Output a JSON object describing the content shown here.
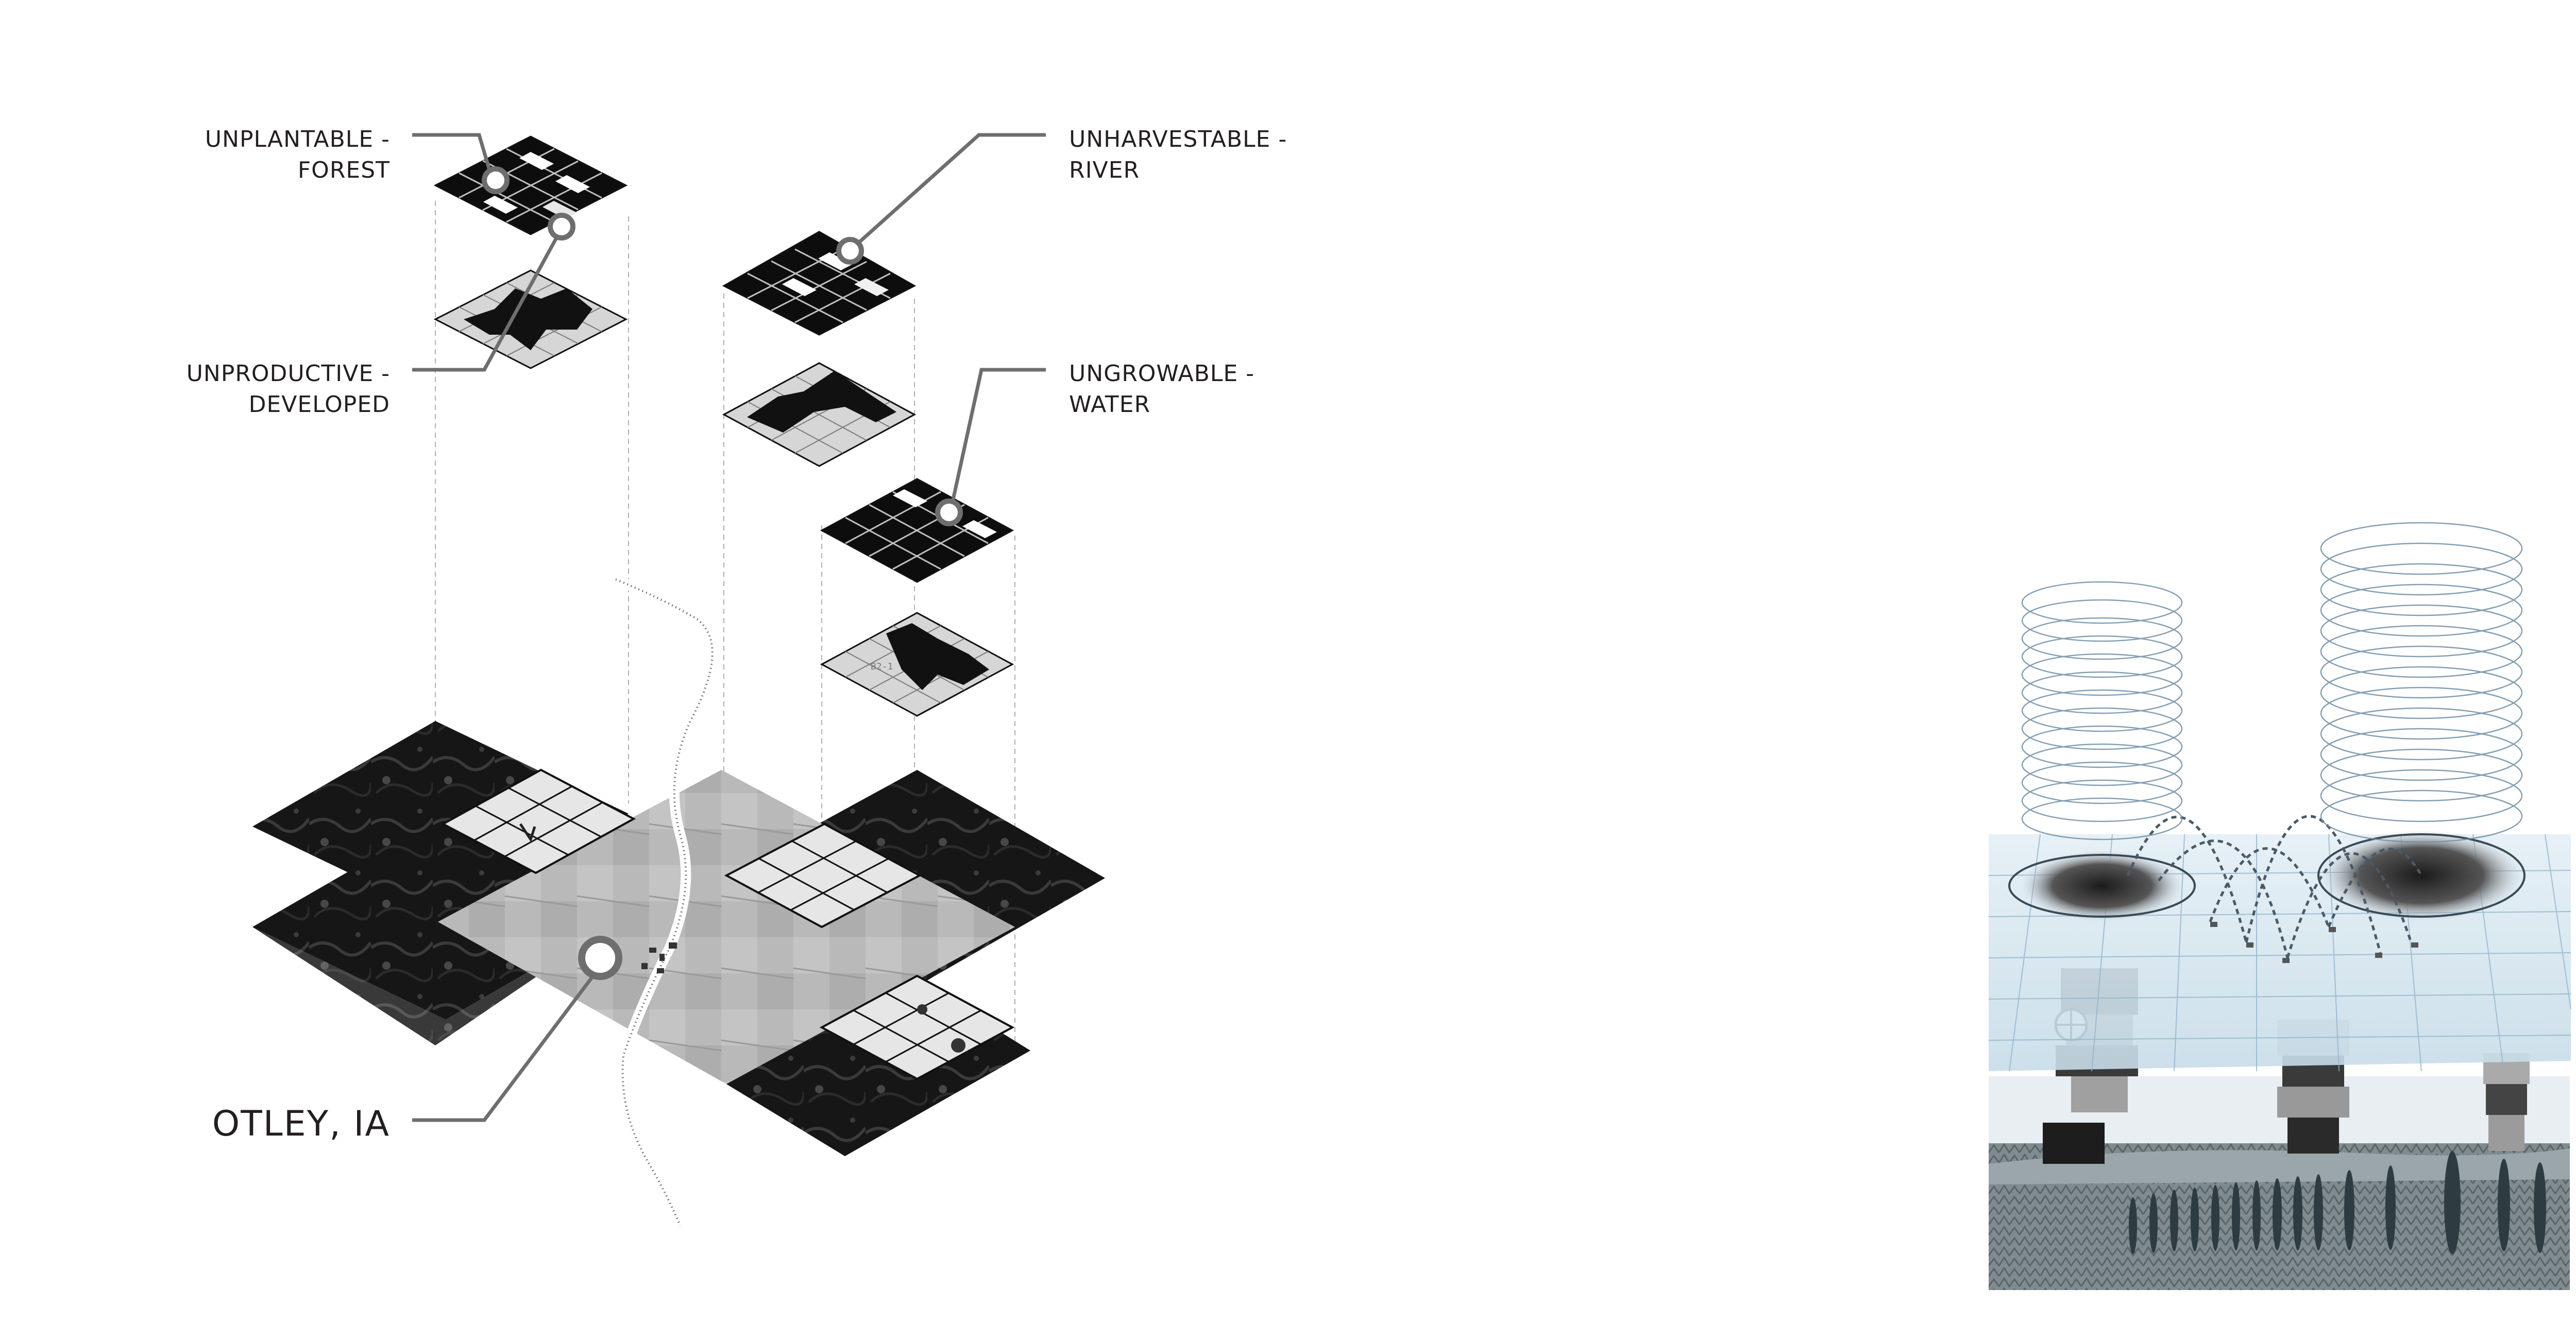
{
  "diagram": {
    "labels": {
      "forest": [
        "UNPLANTABLE -",
        "FOREST"
      ],
      "developed": [
        "UNPRODUCTIVE -",
        "DEVELOPED"
      ],
      "river": [
        "UNHARVESTABLE -",
        "RIVER"
      ],
      "water": [
        "UNGROWABLE -",
        "WATER"
      ],
      "location": "OTLEY, IA"
    },
    "cell_tag": "B2-1",
    "colors": {
      "ink": "#231f20",
      "leader": "#6e6e6e",
      "tile_light": "#d9d9d9",
      "tile_dark": "#0d0d0d",
      "plane_blue": "#cfe3ee",
      "grid_blue": "#8fb4cc",
      "ring_blue": "#6f8fa8"
    }
  }
}
